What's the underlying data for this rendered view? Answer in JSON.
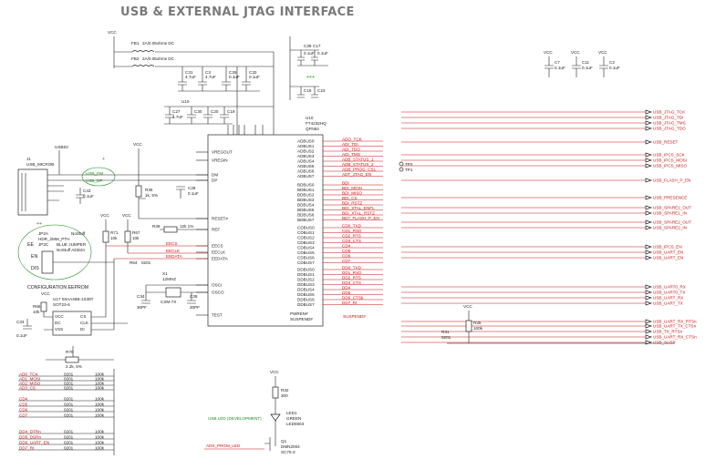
{
  "title": "USB & EXTERNAL JTAG INTERFACE",
  "power": {
    "vcc": "VCC",
    "usb5v": "USB5V"
  },
  "ic_main": {
    "ref": "U10",
    "part": "FT4232HQ",
    "package": "QFN64",
    "left_pins": [
      "VREGOUT",
      "VREGIN",
      "DM",
      "DP",
      "RESET#",
      "REF",
      "EECS",
      "EECLK",
      "EEDATA",
      "OSCI",
      "OSCO",
      "TEST"
    ],
    "right_pins_a": [
      "ADBUS0",
      "ADBUS1",
      "ADBUS2",
      "ADBUS3",
      "ADBUS4",
      "ADBUS5",
      "ADBUS6",
      "ADBUS7"
    ],
    "right_pins_b": [
      "BDBUS0",
      "BDBUS1",
      "BDBUS2",
      "BDBUS3",
      "BDBUS4",
      "BDBUS5",
      "BDBUS6",
      "BDBUS7"
    ],
    "right_pins_c": [
      "CDBUS0",
      "CDBUS1",
      "CDBUS2",
      "CDBUS3",
      "CDBUS4",
      "CDBUS5",
      "CDBUS6",
      "CDBUS7"
    ],
    "right_pins_d": [
      "DDBUS0",
      "DDBUS1",
      "DDBUS2",
      "DDBUS3",
      "DDBUS4",
      "DDBUS5",
      "DDBUS6",
      "DDBUS7"
    ],
    "bottom_pins": [
      "PWREN#",
      "SUSPEND#"
    ]
  },
  "bus_nets": {
    "a": [
      "ADO_TCK",
      "ADI_TDI",
      "ADI_TDO",
      "ADI_TMS",
      "ADB_STATUS_1",
      "ADB_STATUS_2",
      "ADB_PROG_CSL",
      "ADT_JTAG_EN"
    ],
    "b": [
      "BDI",
      "BDI_MOSI",
      "BDI_MISO",
      "BDI_CS",
      "BDI_RSTZ",
      "BDI_XTAL_ENFL",
      "BDI_XTAL_RSTZ",
      "BD7_FLASH_P_EN"
    ],
    "c": [
      "CD0_TXD",
      "CD1_RXD",
      "CD2_RTS",
      "CD3_CTS",
      "CD4",
      "CD5",
      "CD6",
      "CD7"
    ],
    "d": [
      "DD0_TXD",
      "DD1_RXD",
      "DD2_RTS",
      "DD3_CTS",
      "DD4",
      "DD5",
      "DD6_CTSb",
      "DD7_RI"
    ]
  },
  "outputs": [
    "USB_JTAG_TCK",
    "USB_JTAG_TDI",
    "USB_JTAG_TMS",
    "USB_JTAG_TDO",
    "USB_RESET",
    "USB_IPCS_SCK",
    "USB_IPCS_MOSI",
    "USB_IPCS_MISO",
    "USB_FLASH_P_EN",
    "USB_PRESENCE",
    "USB_SPARE1_OUT",
    "USB_SPARE1_IN",
    "USB_SPARE2_OUT",
    "USB_SPARE2_IN",
    "USB_IPCS_EN",
    "USB_UART_EN",
    "USB_UART_EN",
    "USB_UART0_RX",
    "USB_UART0_TX",
    "USB_UART_RX",
    "USB_UART_TX",
    "USB_UART_RX_RTSn",
    "USB_UART_TX_CTSn",
    "USB_TX_RTSn",
    "USB_UART_RX_CTSn",
    "USB_SUSP"
  ],
  "connector": {
    "ref": "J1",
    "part": "USB_MICROB",
    "pins": [
      "USB_DM",
      "USB_DP"
    ]
  },
  "ferrites": [
    {
      "ref": "FB1",
      "desc": "2A/0.05ohms DC"
    },
    {
      "ref": "FB2",
      "desc": "2A/0.05ohms DC"
    }
  ],
  "caps": [
    {
      "ref": "C39",
      "val": "0.1uF",
      "pkg": "0201"
    },
    {
      "ref": "C17",
      "val": "0.1uF",
      "pkg": "0201"
    },
    {
      "ref": "C31",
      "val": "4.7uF",
      "pkg": "0603"
    },
    {
      "ref": "C3",
      "val": "4.7uF",
      "pkg": "0603"
    },
    {
      "ref": "C26",
      "val": "0.1uF",
      "pkg": "0201"
    },
    {
      "ref": "C32",
      "val": "0.1uF",
      "pkg": "0201"
    },
    {
      "ref": "C18",
      "val": "0.1uF",
      "pkg": "0201"
    },
    {
      "ref": "C23",
      "val": "0.1uF",
      "pkg": "0201"
    },
    {
      "ref": "C27",
      "val": "4.7uF",
      "pkg": "0603"
    },
    {
      "ref": "C30",
      "val": "0.1uF",
      "pkg": "0201"
    },
    {
      "ref": "C20",
      "val": "0.1uF",
      "pkg": "0201"
    },
    {
      "ref": "C19",
      "val": "0.1uF",
      "pkg": "0201"
    },
    {
      "ref": "C43",
      "val": "0.1uF",
      "pkg": "0201"
    },
    {
      "ref": "C28",
      "val": "0.1uF",
      "pkg": "0201"
    },
    {
      "ref": "C34",
      "val": "30PF",
      "pkg": "0201"
    },
    {
      "ref": "C35",
      "val": "30PF",
      "pkg": "0201"
    },
    {
      "ref": "C33",
      "val": "0.1uF",
      "pkg": "0201"
    },
    {
      "ref": "C7",
      "val": "0.1uF",
      "pkg": "0201"
    },
    {
      "ref": "C11",
      "val": "0.1uF",
      "pkg": "0201"
    },
    {
      "ref": "C2",
      "val": "0.1uF",
      "pkg": "0201"
    }
  ],
  "resistors": [
    {
      "ref": "R36",
      "val": "1k, 5%",
      "pkg": "0201"
    },
    {
      "ref": "R71",
      "val": "10k",
      "pkg": "0201"
    },
    {
      "ref": "R67",
      "val": "10k",
      "pkg": "0201"
    },
    {
      "ref": "R48",
      "val": "12k 1%",
      "pkg": "0201"
    },
    {
      "ref": "R66",
      "val": "10k",
      "pkg": "0201"
    },
    {
      "ref": "R70",
      "val": "2.2k, 5%",
      "pkg": ""
    },
    {
      "ref": "R31",
      "val": "0201",
      "pkg": ""
    },
    {
      "ref": "R35",
      "val": "100k",
      "pkg": "0201"
    },
    {
      "ref": "R32",
      "val": "300",
      "pkg": "0402"
    }
  ],
  "crystal": {
    "ref": "X1",
    "val": "12MHZ",
    "part": "CSM-7X"
  },
  "eeprom": {
    "ref": "U17",
    "part": "93AA46B-1X38T",
    "pkg": "SOT23-6",
    "label": "CONFIGURATION EEPROM",
    "pins": [
      "VCC",
      "DC",
      "VSS",
      "CS",
      "CLK",
      "DI"
    ]
  },
  "jumper": {
    "ref1": "JP2A",
    "desc1": "HDR_2MM_PTH",
    "ref2": "JP2C",
    "desc2": "BLUE JUMPER",
    "labels": [
      "EE",
      "EN",
      "DIS"
    ],
    "notes": [
      "NoStuff",
      "NoStuff ADD2n"
    ]
  },
  "led": {
    "label": "USB LED (DEVELOPMENT)",
    "ref": "LED1",
    "color": "GREEN",
    "part": "LED0603"
  },
  "fet": {
    "ref": "Q1",
    "part": "DMN2004",
    "pkg": "SC70-3",
    "net": "ADS_PRGM_LED"
  },
  "testpoints": [
    "TP2",
    "TP1"
  ],
  "resistor_bank": {
    "nets": [
      "AD0_TCK",
      "AD1_MOSI",
      "AD2_MISO",
      "AD3_CS",
      "CD4",
      "CD5",
      "CD6",
      "CD7",
      "DD4_DTRn",
      "DD5_DSRn",
      "DD6_UART_EN",
      "DD7_RI"
    ],
    "val": "100k",
    "pkg": "0201"
  },
  "misc": {
    "nostuff": "NoStuff",
    "suspend": "SUSPEND#",
    "reset_n": "RESET#"
  }
}
